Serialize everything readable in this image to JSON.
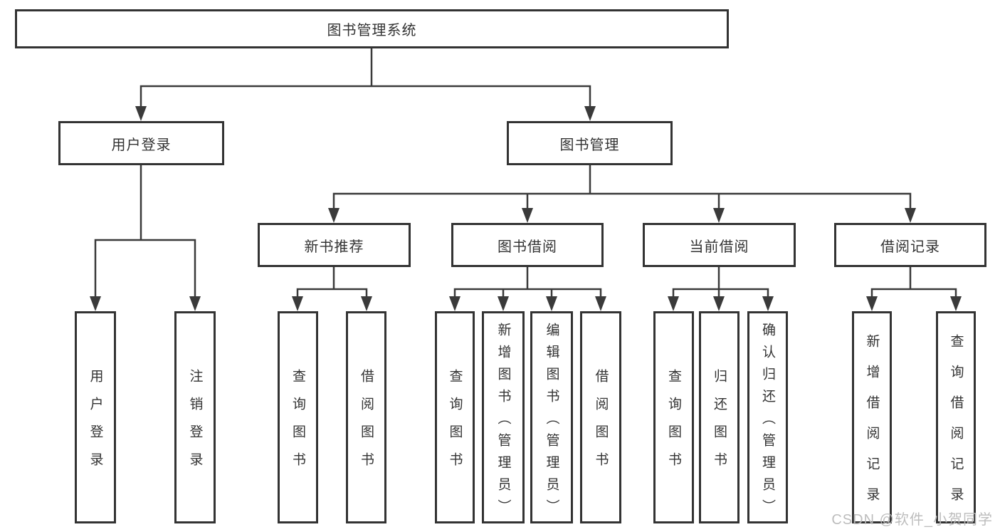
{
  "colors": {
    "line": "#3a3a3a",
    "border": "#333333",
    "text": "#333333",
    "watermark": "#b9b9b9",
    "background": "#ffffff"
  },
  "root": {
    "label": "图书管理系统"
  },
  "level2": [
    {
      "label": "用户登录"
    },
    {
      "label": "图书管理"
    }
  ],
  "level3": [
    {
      "label": "新书推荐"
    },
    {
      "label": "图书借阅"
    },
    {
      "label": "当前借阅"
    },
    {
      "label": "借阅记录"
    }
  ],
  "leaves": {
    "user": [
      {
        "label": "用户登录"
      },
      {
        "label": "注销登录"
      }
    ],
    "recommend": [
      {
        "label": "查询图书"
      },
      {
        "label": "借阅图书"
      }
    ],
    "borrow": [
      {
        "label": "查询图书"
      },
      {
        "label": "新增图书（管理员）"
      },
      {
        "label": "编辑图书（管理员）"
      },
      {
        "label": "借阅图书"
      }
    ],
    "current": [
      {
        "label": "查询图书"
      },
      {
        "label": "归还图书"
      },
      {
        "label": "确认归还（管理员）"
      }
    ],
    "records": [
      {
        "label": "新增借阅记录"
      },
      {
        "label": "查询借阅记录"
      }
    ]
  },
  "watermark": "CSDN @软件_小贺同学"
}
